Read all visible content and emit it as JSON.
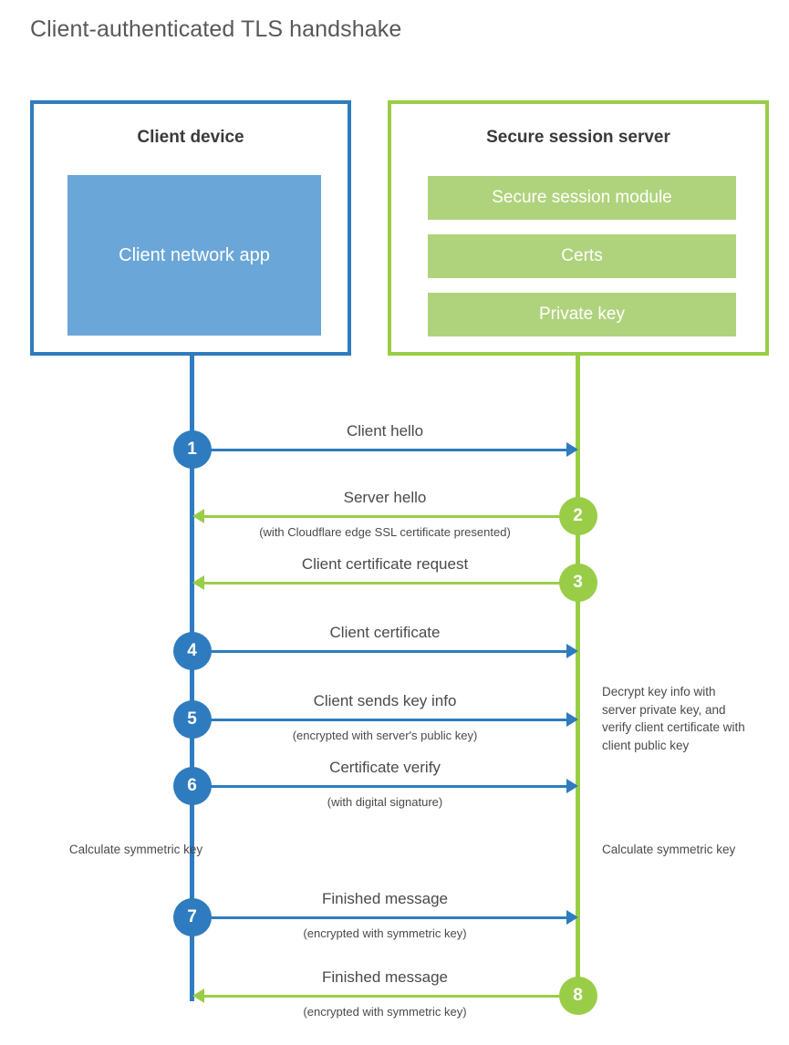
{
  "page": {
    "title": "Client-authenticated TLS handshake"
  },
  "colors": {
    "client_blue": "#2E7CBF",
    "client_app_blue": "#6AA6D8",
    "server_green": "#9ACD47",
    "server_bar_green": "#AFD37C",
    "text": "#4a4a4a"
  },
  "client": {
    "title": "Client device",
    "app_label": "Client network app"
  },
  "server": {
    "title": "Secure session server",
    "components": [
      "Secure session module",
      "Certs",
      "Private key"
    ]
  },
  "steps": [
    {
      "number": "1",
      "direction": "client-to-server",
      "color": "blue",
      "label": "Client hello",
      "sub": ""
    },
    {
      "number": "2",
      "direction": "server-to-client",
      "color": "green",
      "label": "Server hello",
      "sub": "(with Cloudflare edge SSL certificate presented)"
    },
    {
      "number": "3",
      "direction": "server-to-client",
      "color": "green",
      "label": "Client certificate request",
      "sub": ""
    },
    {
      "number": "4",
      "direction": "client-to-server",
      "color": "blue",
      "label": "Client certificate",
      "sub": ""
    },
    {
      "number": "5",
      "direction": "client-to-server",
      "color": "blue",
      "label": "Client sends key info",
      "sub": "(encrypted with server's public key)"
    },
    {
      "number": "6",
      "direction": "client-to-server",
      "color": "blue",
      "label": "Certificate verify",
      "sub": "(with digital signature)"
    },
    {
      "number": "7",
      "direction": "client-to-server",
      "color": "blue",
      "label": "Finished message",
      "sub": "(encrypted with symmetric key)"
    },
    {
      "number": "8",
      "direction": "server-to-client",
      "color": "green",
      "label": "Finished message",
      "sub": "(encrypted with symmetric key)"
    }
  ],
  "notes": {
    "decrypt": "Decrypt key info with server private key, and verify client certificate with client public key",
    "calculate_client": "Calculate symmetric key",
    "calculate_server": "Calculate symmetric key"
  }
}
